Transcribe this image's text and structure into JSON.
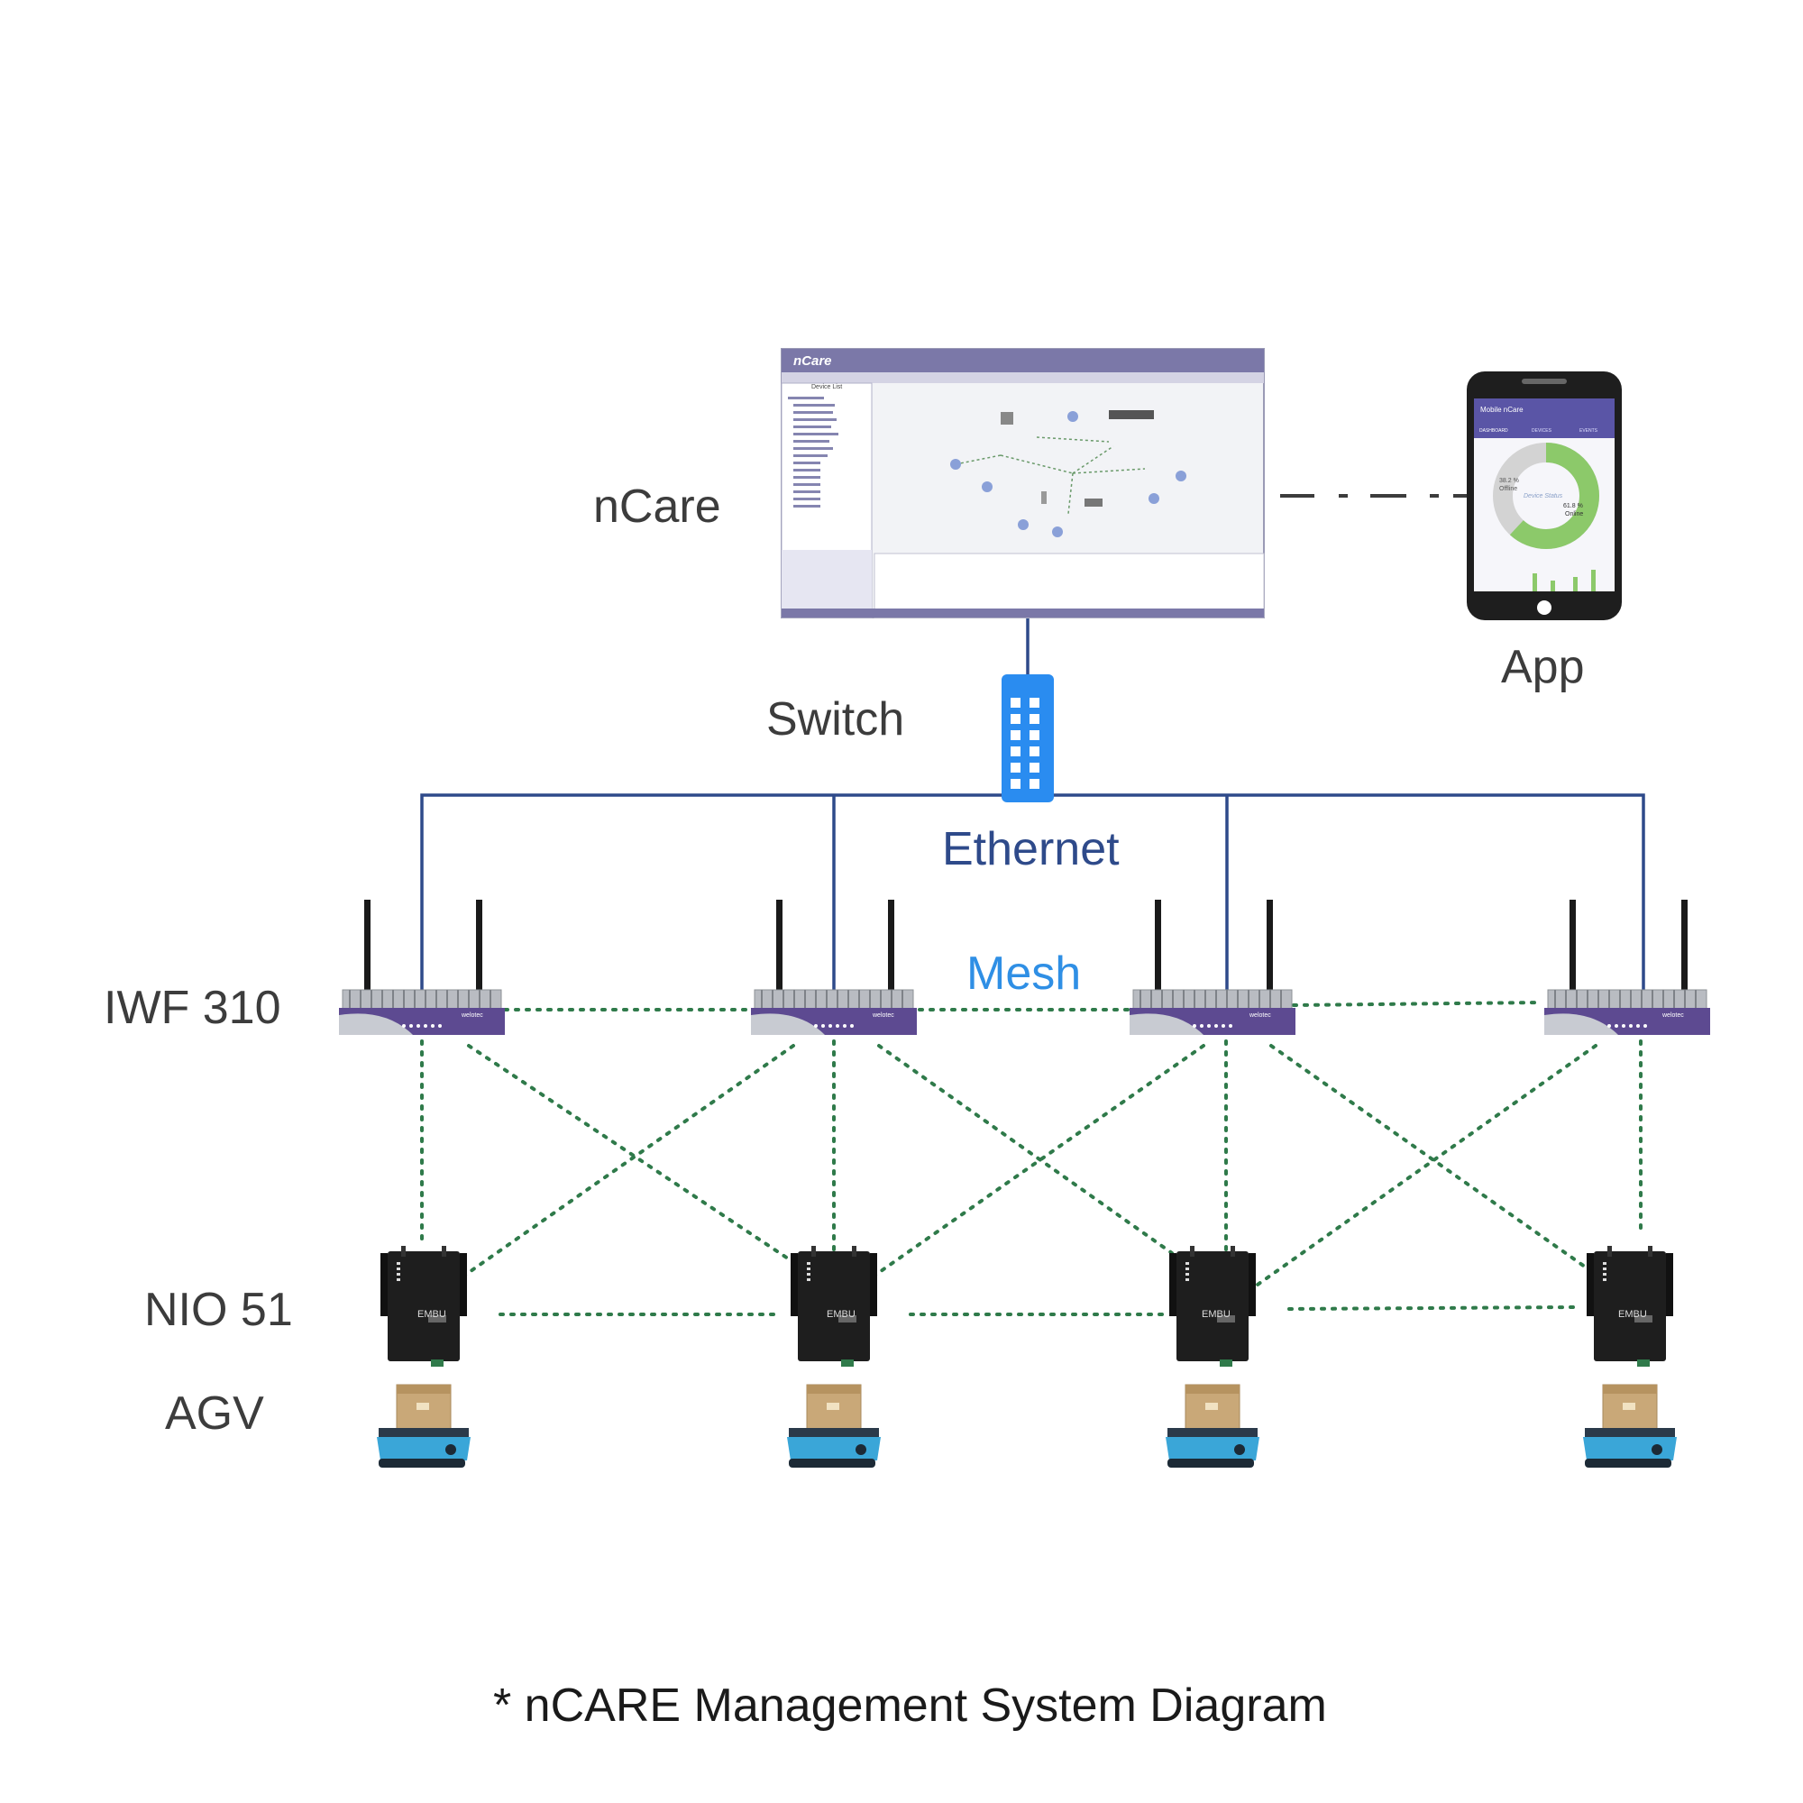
{
  "labels": {
    "ncare": "nCare",
    "app": "App",
    "switch": "Switch",
    "ethernet": "Ethernet",
    "mesh": "Mesh",
    "iwf": "IWF 310",
    "nio": "NIO 51",
    "agv": "AGV",
    "caption": "* nCARE Management System Diagram"
  },
  "ncare_screen": {
    "brand": "nCare",
    "panel_title": "Device List"
  },
  "app_screen": {
    "title": "Mobile nCare",
    "tabs": [
      "DASHBOARD",
      "DEVICES",
      "EVENTS"
    ],
    "donut_center": "Device Status",
    "offline_pct": "38.2 %",
    "offline_label": "Offline",
    "online_pct": "61.8 %",
    "online_label": "Online"
  },
  "device_text": {
    "nio_brand": "EMBU",
    "iwf_brand": "welotec"
  },
  "colors": {
    "ethernet": "#2e4a8a",
    "mesh_text": "#2f8fe5",
    "mesh_link": "#2f7a4a",
    "switch": "#2a8cf0",
    "iwf_accent": "#5d4a91",
    "agv_body": "#3aa6d8",
    "box": "#c9a878"
  }
}
